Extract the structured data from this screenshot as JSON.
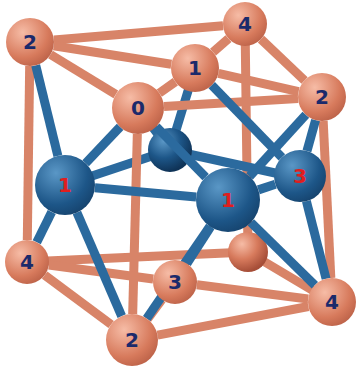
{
  "diagram": {
    "nodes": [
      {
        "text": [
          "2"
        ]
      },
      {
        "text": [
          "4"
        ]
      },
      {
        "text": [
          "1"
        ]
      },
      {
        "text": [
          "0"
        ]
      },
      {
        "text": [
          "2"
        ]
      },
      {
        "text": [
          "1"
        ]
      },
      {
        "text": [
          "1"
        ]
      },
      {
        "text": [
          "3"
        ]
      },
      {
        "text": [
          "4"
        ]
      },
      {
        "text": [
          "3"
        ]
      },
      {
        "text": [
          "4"
        ]
      },
      {
        "text": [
          "2"
        ]
      }
    ],
    "edges": [
      {
        "from": 0,
        "to": 1,
        "arrow": "none"
      },
      {
        "from": 1,
        "to": 4,
        "arrow": "none"
      },
      {
        "from": 4,
        "to": 3,
        "arrow": "none"
      },
      {
        "from": 3,
        "to": 0,
        "arrow": "none"
      },
      {
        "from": 2,
        "to": 0,
        "arrow": "none"
      },
      {
        "from": 2,
        "to": 1,
        "arrow": "none"
      },
      {
        "from": 2,
        "to": 4,
        "arrow": "none"
      },
      {
        "from": 2,
        "to": 3,
        "arrow": "none"
      },
      {
        "from": 0,
        "to": 8,
        "arrow": "none"
      },
      {
        "from": 3,
        "to": 11,
        "arrow": "none"
      },
      {
        "from": 4,
        "to": 10,
        "arrow": "none"
      },
      {
        "from": 8,
        "to": 11,
        "arrow": "none"
      },
      {
        "from": 11,
        "to": 10,
        "arrow": "none"
      },
      {
        "from": 9,
        "to": 11,
        "arrow": "none"
      },
      {
        "from": 9,
        "to": 10,
        "arrow": "none"
      },
      {
        "from": 9,
        "to": 8,
        "arrow": "none"
      },
      {
        "from": 5,
        "to": 3,
        "arrow": "none"
      },
      {
        "from": 5,
        "to": 0,
        "arrow": "none"
      },
      {
        "from": 5,
        "to": 8,
        "arrow": "none"
      },
      {
        "from": 5,
        "to": 11,
        "arrow": "none"
      },
      {
        "from": 5,
        "to": 6,
        "arrow": "none"
      },
      {
        "from": 6,
        "to": 3,
        "arrow": "none"
      },
      {
        "from": 6,
        "to": 11,
        "arrow": "none"
      },
      {
        "from": 6,
        "to": 10,
        "arrow": "none"
      },
      {
        "from": 6,
        "to": 4,
        "arrow": "none"
      },
      {
        "from": 6,
        "to": 7,
        "arrow": "none"
      },
      {
        "from": 6,
        "to": 9,
        "arrow": "none"
      },
      {
        "from": 7,
        "to": 4,
        "arrow": "none"
      },
      {
        "from": 7,
        "to": 10,
        "arrow": "none"
      },
      {
        "from": 7,
        "to": 2,
        "arrow": "none"
      }
    ]
  }
}
